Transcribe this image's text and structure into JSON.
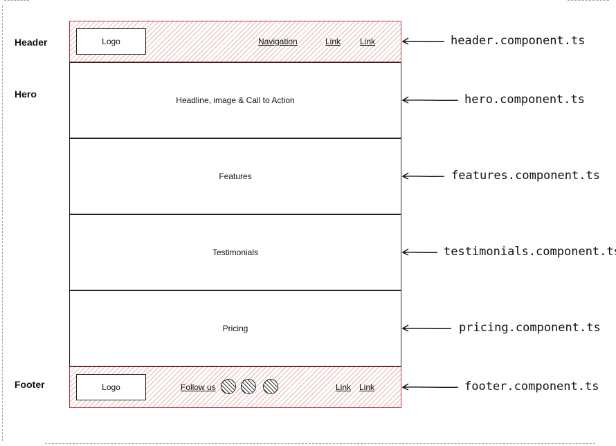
{
  "labels": {
    "header": "Header",
    "hero": "Hero",
    "footer": "Footer"
  },
  "header": {
    "logo": "Logo",
    "navigation": "Navigation",
    "link1": "Link",
    "link2": "Link"
  },
  "sections": {
    "hero": "Headline, image & Call to Action",
    "features": "Features",
    "testimonials": "Testimonials",
    "pricing": "Pricing"
  },
  "footer": {
    "logo": "Logo",
    "follow": "Follow us",
    "link1": "Link",
    "link2": "Link"
  },
  "files": {
    "header": "header.component.ts",
    "hero": "hero.component.ts",
    "features": "features.component.ts",
    "testimonials": "testimonials.component.ts",
    "pricing": "pricing.component.ts",
    "footer": "footer.component.ts"
  },
  "colors": {
    "hatch": "#d67878",
    "hatch_border": "#b53a3a",
    "ink": "#111111"
  }
}
